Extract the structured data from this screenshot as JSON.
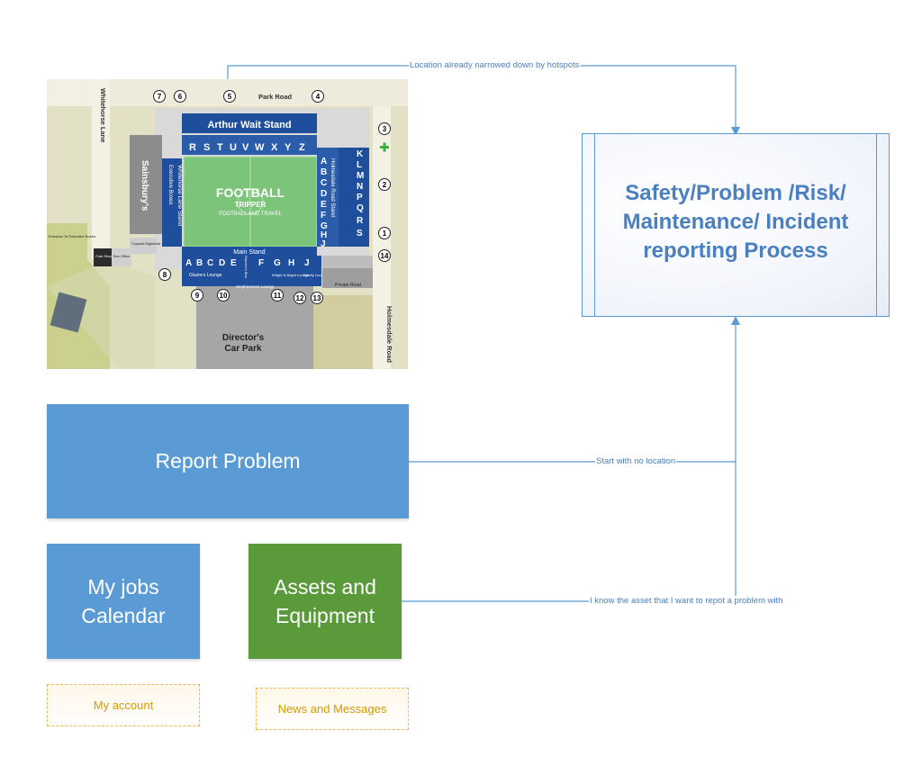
{
  "process": {
    "title": "Safety/Problem /Risk/ Maintenance/ Incident reporting Process"
  },
  "connectors": {
    "location_label": "Location already narrowed down by hotspots",
    "no_location_label": "Start with no location",
    "asset_label": "I know the asset that I want to repot a problem with"
  },
  "tiles": {
    "report_problem": "Report Problem",
    "my_jobs_line1": "My jobs",
    "my_jobs_line2": "Calendar",
    "assets_line1": "Assets and",
    "assets_line2": "Equipment",
    "my_account": "My account",
    "news": "News and Messages"
  },
  "map": {
    "roads": {
      "park": "Park Road",
      "whitehorse": "Whitehorse Lane",
      "holmesdale": "Holmesdale Road",
      "private": "Private Road"
    },
    "arthur_wait_stand": "Arthur Wait Stand",
    "arthur_letters": [
      "R",
      "S",
      "T",
      "U",
      "V",
      "W",
      "X",
      "Y",
      "Z"
    ],
    "holmesdale_letters": [
      "A",
      "B",
      "C",
      "D",
      "E",
      "F",
      "G",
      "H",
      "J"
    ],
    "holmesdale_stand": "Holmesdale Road Stand",
    "right_letters": [
      "K",
      "L",
      "M",
      "N",
      "P",
      "Q",
      "R",
      "S"
    ],
    "whitehorse_stand": "Whitehorse Lane Stand",
    "executive_boxes": "Executive Boxes",
    "sainsburys": "Sainsbury's",
    "main_stand": "Main Stand",
    "main_letters_left": [
      "A",
      "B",
      "C",
      "D",
      "E"
    ],
    "main_letters_right": [
      "F",
      "G",
      "H",
      "J"
    ],
    "glaziers_lounge": "Glaziers Lounge",
    "stephensons_lounge": "Stephensons Lounge",
    "wright_bright_lounge": "Wright & Bright Lounge",
    "family_lounge": "Family Lounge",
    "directors_box": "Director's Box",
    "crystals": "Crystals Nightclub",
    "club_shop": "Club Shop",
    "box_office": "Box Office",
    "exec_entrance": "Entrance To Executive Boxes",
    "directors_car_park_1": "Director's",
    "directors_car_park_2": "Car Park",
    "logo_1": "FOOTBALL",
    "logo_2": "TRIPPER",
    "logo_3": "FOOTBALL AND TRAVEL",
    "gates": [
      "7",
      "6",
      "5",
      "4",
      "3",
      "2",
      "1",
      "14",
      "8",
      "9",
      "10",
      "11",
      "12",
      "13"
    ]
  },
  "colors": {
    "blue_tile": "#5b9bd5",
    "green_tile": "#5a9a3a",
    "dashed_border": "#f2b950",
    "stand_blue": "#1f4e9c",
    "pitch": "#7cc47a"
  }
}
